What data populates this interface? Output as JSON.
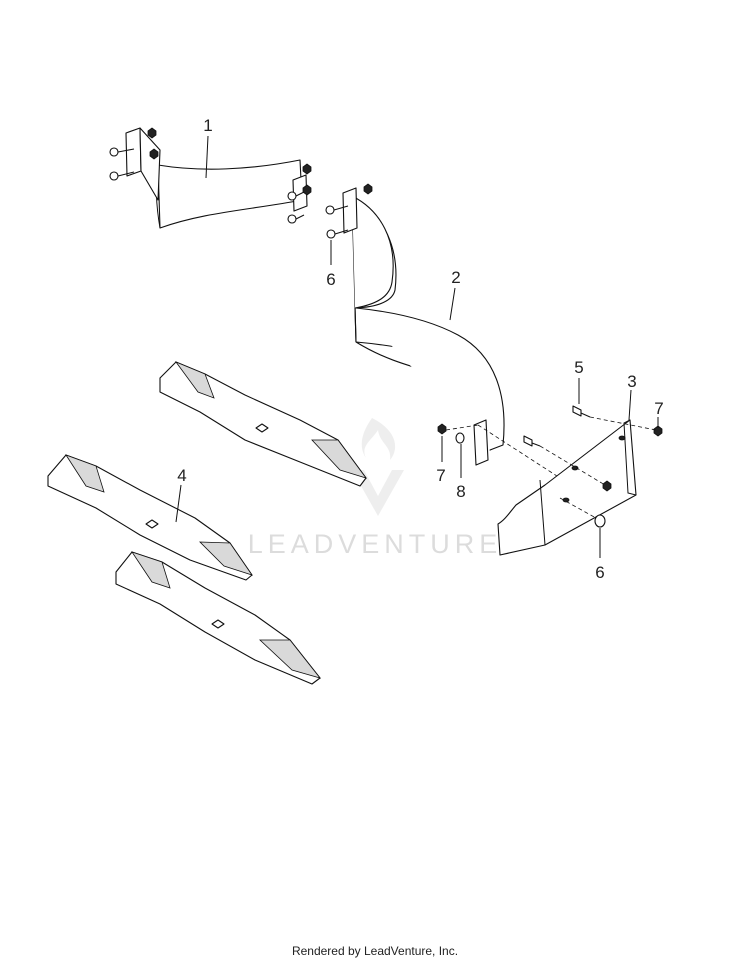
{
  "diagram": {
    "callouts": {
      "c1": "1",
      "c2": "2",
      "c3": "3",
      "c4": "4",
      "c5": "5",
      "c6a": "6",
      "c6b": "6",
      "c7a": "7",
      "c7b": "7",
      "c8": "8"
    },
    "watermark": "LEADVENTURE"
  },
  "footer": {
    "text": "Rendered by LeadVenture, Inc."
  }
}
